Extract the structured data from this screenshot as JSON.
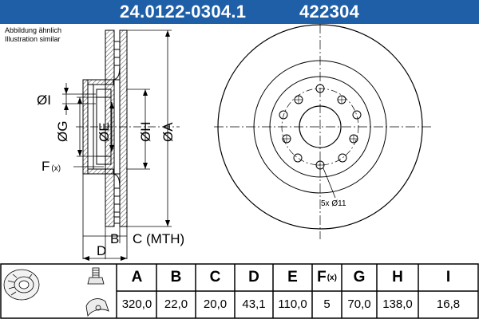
{
  "header": {
    "part_number": "24.0122-0304.1",
    "ref_number": "422304",
    "background_color": "#1f5fa8"
  },
  "notes": {
    "de": "Abbildung ähnlich",
    "en": "Illustration similar"
  },
  "labels": {
    "I": "ØI",
    "G": "ØG",
    "E": "ØE",
    "H": "ØH",
    "A": "ØA",
    "F": "F",
    "F_sub": "(x)",
    "B": "B",
    "C": "C (MTH)",
    "D": "D",
    "bolt": "5x Ø11"
  },
  "table": {
    "headers": [
      "A",
      "B",
      "C",
      "D",
      "E",
      "F",
      "G",
      "H",
      "I"
    ],
    "F_sub": "(x)",
    "values": [
      "320,0",
      "22,0",
      "20,0",
      "43,1",
      "110,0",
      "5",
      "70,0",
      "138,0",
      "16,8"
    ]
  }
}
